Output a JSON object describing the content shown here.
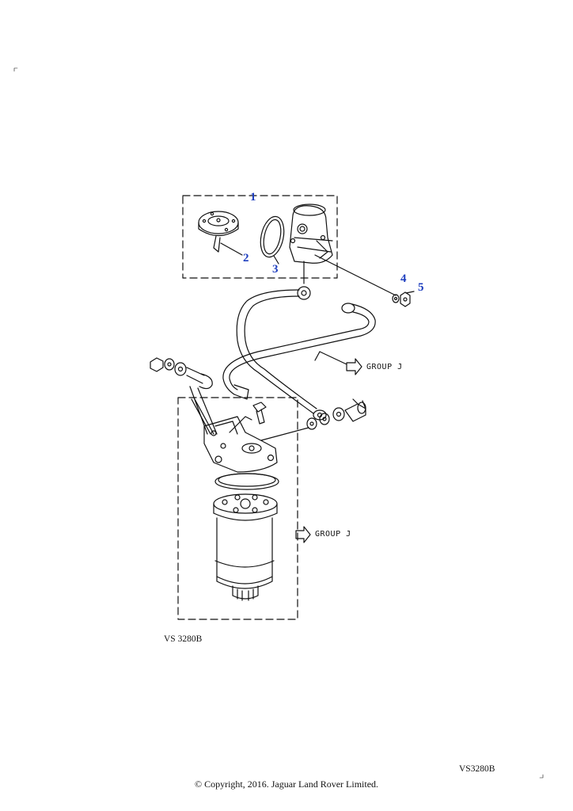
{
  "callouts": [
    {
      "id": "1",
      "label": "1"
    },
    {
      "id": "2",
      "label": "2"
    },
    {
      "id": "3",
      "label": "3"
    },
    {
      "id": "4",
      "label": "4"
    },
    {
      "id": "5",
      "label": "5"
    }
  ],
  "group_labels": {
    "upper": "GROUP J",
    "lower": "GROUP J"
  },
  "figure_ref": "VS 3280B",
  "page_ref": "VS3280B",
  "copyright": "© Copyright, 2016. Jaguar Land Rover Limited.",
  "colors": {
    "callout": "#1f3fbf",
    "line": "#111111"
  }
}
